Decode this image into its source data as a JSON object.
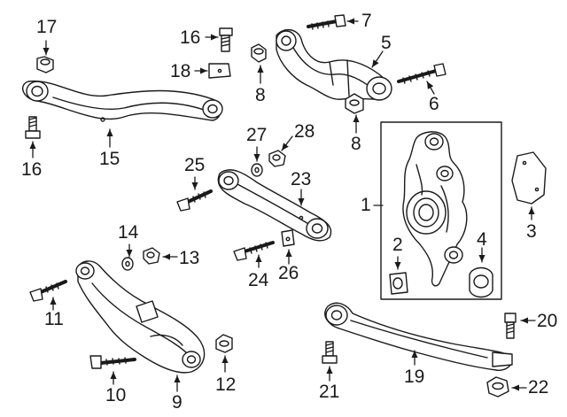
{
  "diagram": {
    "colors": {
      "line": "#1a1a1a",
      "fill": "#ffffff",
      "shade": "#e6e6e6"
    },
    "callouts": [
      {
        "id": "c1",
        "label": "1"
      },
      {
        "id": "c2",
        "label": "2"
      },
      {
        "id": "c3",
        "label": "3"
      },
      {
        "id": "c4",
        "label": "4"
      },
      {
        "id": "c5",
        "label": "5"
      },
      {
        "id": "c6",
        "label": "6"
      },
      {
        "id": "c7",
        "label": "7"
      },
      {
        "id": "c8a",
        "label": "8"
      },
      {
        "id": "c8b",
        "label": "8"
      },
      {
        "id": "c9",
        "label": "9"
      },
      {
        "id": "c10",
        "label": "10"
      },
      {
        "id": "c11",
        "label": "11"
      },
      {
        "id": "c12",
        "label": "12"
      },
      {
        "id": "c13",
        "label": "13"
      },
      {
        "id": "c14",
        "label": "14"
      },
      {
        "id": "c15",
        "label": "15"
      },
      {
        "id": "c16a",
        "label": "16"
      },
      {
        "id": "c16b",
        "label": "16"
      },
      {
        "id": "c17",
        "label": "17"
      },
      {
        "id": "c18",
        "label": "18"
      },
      {
        "id": "c19",
        "label": "19"
      },
      {
        "id": "c20",
        "label": "20"
      },
      {
        "id": "c21",
        "label": "21"
      },
      {
        "id": "c22",
        "label": "22"
      },
      {
        "id": "c23",
        "label": "23"
      },
      {
        "id": "c24",
        "label": "24"
      },
      {
        "id": "c25",
        "label": "25"
      },
      {
        "id": "c26",
        "label": "26"
      },
      {
        "id": "c27",
        "label": "27"
      },
      {
        "id": "c28",
        "label": "28"
      }
    ]
  }
}
